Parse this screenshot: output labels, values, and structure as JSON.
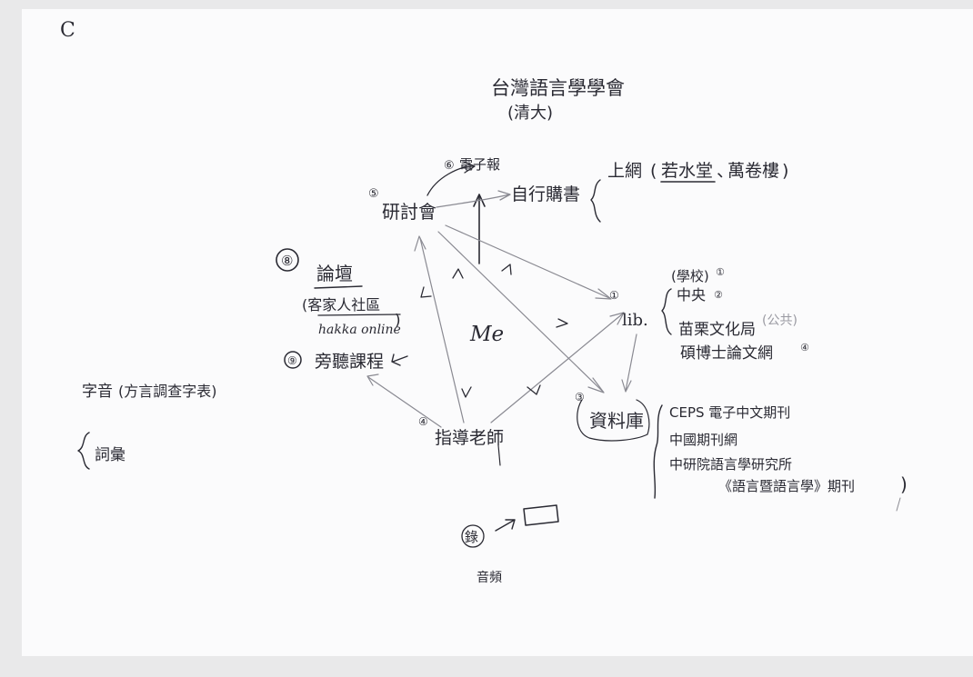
{
  "corner_mark": "C",
  "header": {
    "title": "台灣語言學學會",
    "subtitle": "(清大)"
  },
  "center": {
    "label": "Me"
  },
  "nodes": {
    "seminar": {
      "number": "⑤",
      "label": "研討會"
    },
    "enews": {
      "number": "⑥",
      "label": "電子報"
    },
    "self_buy": {
      "label": "自行購書"
    },
    "online": {
      "label": "上網",
      "paren_open": "(",
      "shop1": "若水堂",
      "sep": "、",
      "shop2": "萬卷樓",
      "paren_close": ")"
    },
    "forum": {
      "number": "⑧",
      "label": "論壇",
      "sub1": "(客家人社區",
      "sub2": "hakka online",
      "sub_close": ")"
    },
    "audit": {
      "number": "⑨",
      "label": "旁聽課程"
    },
    "lib": {
      "number": "①",
      "label": "lib.",
      "items": [
        {
          "text": "(學校)",
          "num": "①"
        },
        {
          "text": "中央",
          "num": "②"
        },
        {
          "text": "苗栗文化局",
          "note": "(公共)"
        },
        {
          "text": "碩博士論文網",
          "num": "④"
        }
      ]
    },
    "database": {
      "number": "③",
      "label": "資料庫",
      "items": [
        "CEPS 電子中文期刊",
        "中國期刊網",
        "中研院語言學研究所",
        "《語言暨語言學》期刊"
      ],
      "close": ")"
    },
    "advisor": {
      "number": "④",
      "label": "指導老師"
    },
    "dictionary": {
      "label": "字音",
      "sub": "(方言調查字表)",
      "sub2": "詞彙"
    },
    "recording": {
      "label": "錄",
      "caption": "音頻"
    }
  }
}
